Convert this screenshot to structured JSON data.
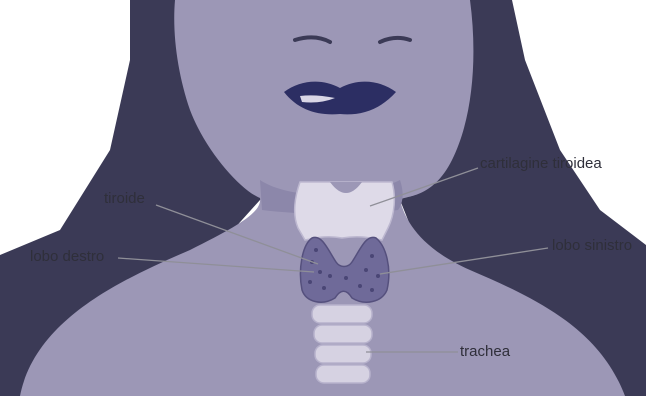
{
  "labels": {
    "cartilage": "cartilagine tiroidea",
    "thyroid": "tiroide",
    "right_lobe": "lobo destro",
    "left_lobe": "lobo sinistro",
    "trachea": "trachea"
  },
  "colors": {
    "skin": "#9c97b6",
    "skin_dark": "#7f7aa0",
    "hair": "#3b3a56",
    "lips": "#2c2e63",
    "cartilage": "#dedae8",
    "thyroid": "#6f6a99",
    "thyroid_dots": "#4a4675",
    "trachea": "#d6d2e2",
    "leader": "#8f8f98",
    "text": "#2f2f3a"
  }
}
